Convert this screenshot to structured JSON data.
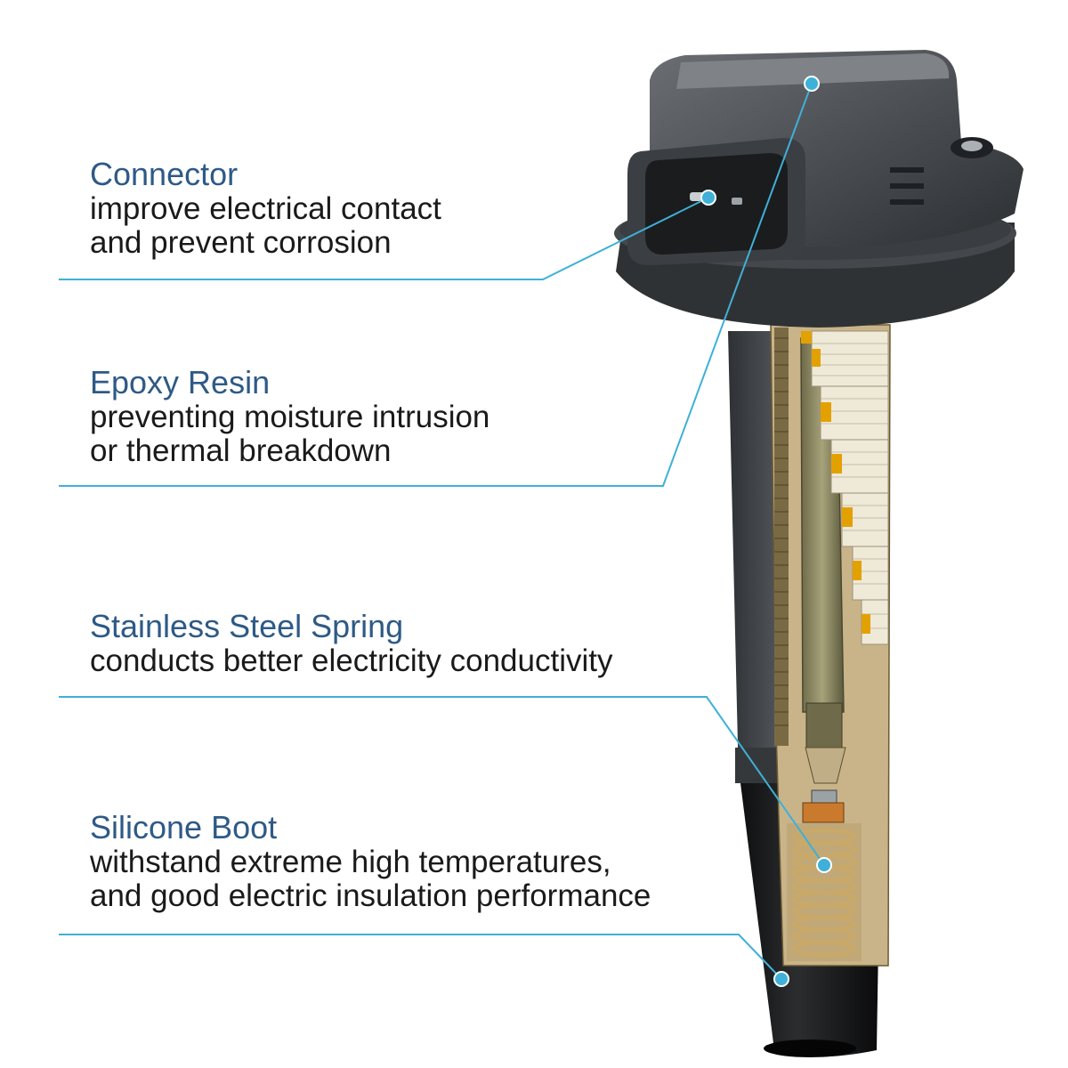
{
  "callouts": [
    {
      "title": "Connector",
      "lines": [
        "improve electrical contact",
        "and prevent corrosion"
      ]
    },
    {
      "title": "Epoxy Resin",
      "lines": [
        "preventing moisture intrusion",
        "or thermal breakdown"
      ]
    },
    {
      "title": "Stainless Steel Spring",
      "lines": [
        "conducts better electricity conductivity"
      ]
    },
    {
      "title": "Silicone Boot",
      "lines": [
        "withstand extreme high temperatures,",
        "and good electric insulation performance"
      ]
    }
  ],
  "colors": {
    "title": "#2e5a86",
    "leader_line": "#3fb0d8",
    "coil_body": "#3f4246",
    "cutaway_insulation": "#c9b48a",
    "winding_tabs": "#e3a100",
    "spring": "#b9955a"
  }
}
